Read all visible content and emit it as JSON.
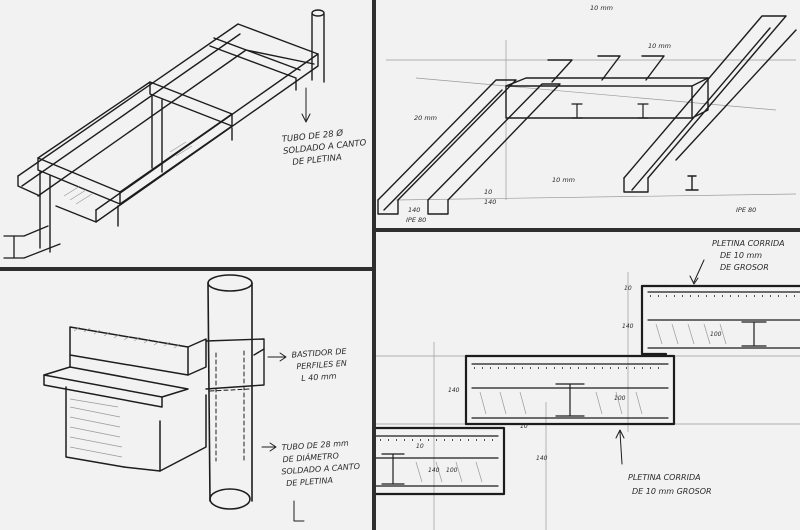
{
  "panel_top_left": {
    "note_lines": [
      "TUBO DE 28 Ø",
      "SOLDADO A CANTO",
      "DE PLETINA"
    ]
  },
  "panel_top_right": {
    "dims": [
      "10 mm",
      "10 mm",
      "20 mm",
      "10 mm",
      "10",
      "140",
      "140",
      "IPE 80",
      "IPE 80"
    ]
  },
  "panel_bottom_left": {
    "note_a_lines": [
      "BASTIDOR DE",
      "PERFILES EN",
      "L 40 mm"
    ],
    "note_b_lines": [
      "TUBO DE 28 mm",
      "DE DIÁMETRO",
      "SOLDADO A CANTO",
      "DE PLETINA"
    ]
  },
  "panel_bottom_right": {
    "note_top_lines": [
      "PLETINA CORRIDA",
      "DE 10 mm",
      "DE GROSOR"
    ],
    "note_bottom_lines": [
      "PLETINA CORRIDA",
      "DE 10 mm GROSOR"
    ],
    "dims": [
      "10",
      "140",
      "140",
      "10",
      "140",
      "100",
      "100",
      "100",
      "140",
      "10"
    ]
  }
}
